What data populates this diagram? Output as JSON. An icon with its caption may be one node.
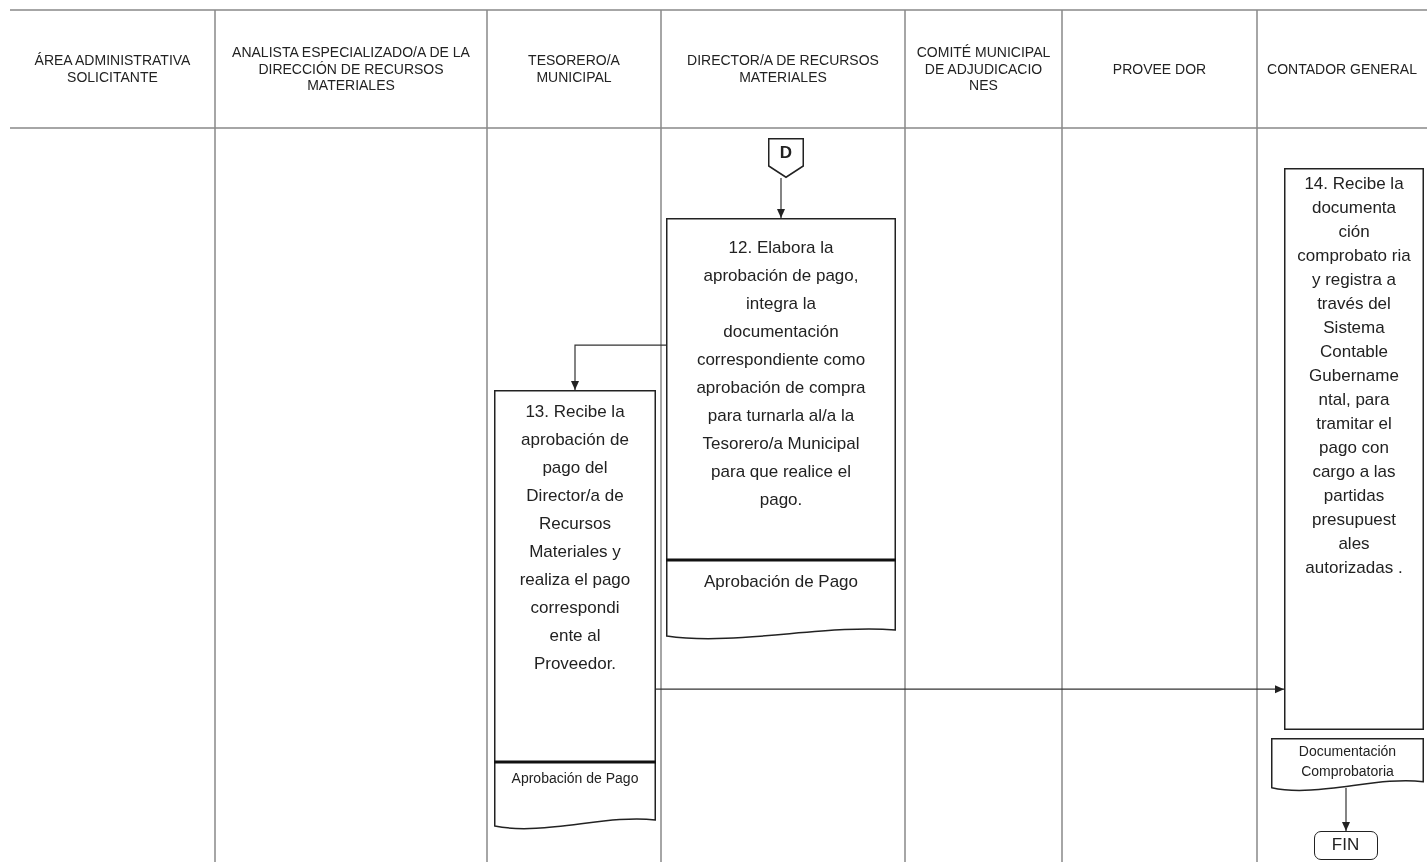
{
  "diagram": {
    "nodes": [
      {
        "text": [
          "D"
        ]
      },
      {
        "text": [
          "12. Elabora la aprobación de pago, integra la documentación correspondiente como aprobación de compra para turnarla al/a la Tesorero/a Municipal para que realice el pago.",
          "Aprobación de Pago"
        ]
      },
      {
        "text": [
          "13. Recibe la aprobación de pago del Director/a de Recursos Materiales y realiza el pago correspondi ente al Proveedor.",
          "Aprobación de Pago"
        ]
      },
      {
        "text": [
          "14. Recibe la documenta ción comprobato ria y registra a través del Sistema Contable Gubername ntal, para tramitar el pago con cargo a las partidas presupuest ales autorizadas ."
        ]
      },
      {
        "text": [
          "Documentación Comprobatoria"
        ]
      },
      {
        "text": [
          "FIN"
        ]
      }
    ],
    "edges": [
      {
        "from": 0,
        "to": 1,
        "arrow": "to"
      },
      {
        "from": 1,
        "to": 2,
        "arrow": "to"
      },
      {
        "from": 2,
        "to": 3,
        "arrow": "to"
      },
      {
        "from": 4,
        "to": 5,
        "arrow": "to"
      }
    ],
    "labels": [
      "ÁREA ADMINISTRATIVA SOLICITANTE",
      "ANALISTA ESPECIALIZADO/A DE LA DIRECCIÓN DE RECURSOS MATERIALES",
      "TESORERO/A MUNICIPAL",
      "DIRECTOR/A DE RECURSOS MATERIALES",
      "COMITÉ MUNICIPAL DE ADJUDICACIO NES",
      "PROVEE DOR",
      "CONTADOR GENERAL"
    ]
  }
}
